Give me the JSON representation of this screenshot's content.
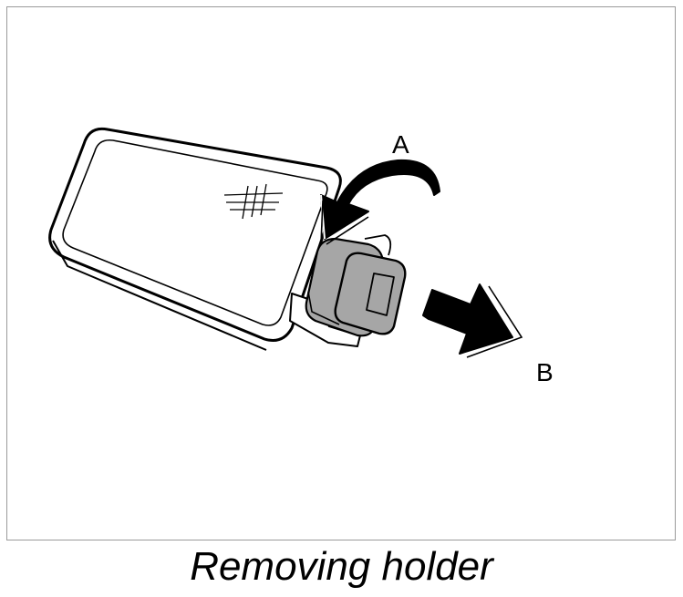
{
  "caption": "Removing holder",
  "labels": {
    "a": "A",
    "b": "B"
  },
  "colors": {
    "holder_fill": "#a6a6a6",
    "line": "#000000",
    "background": "#ffffff"
  }
}
